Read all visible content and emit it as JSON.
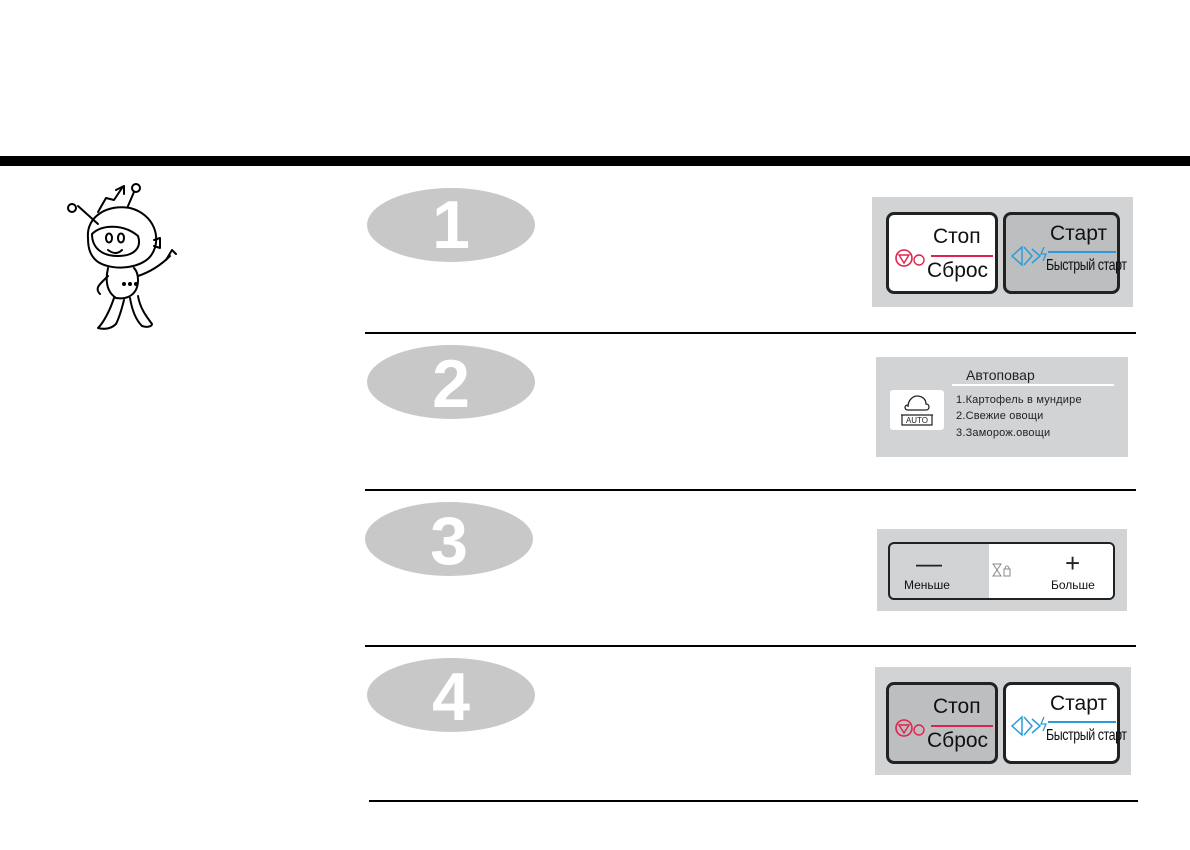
{
  "steps": [
    {
      "number": "1",
      "panel": "stop-start",
      "highlight": "stop"
    },
    {
      "number": "2",
      "panel": "auto-cook"
    },
    {
      "number": "3",
      "panel": "less-more"
    },
    {
      "number": "4",
      "panel": "stop-start",
      "highlight": "start"
    }
  ],
  "stop_start": {
    "stop_label": "Стоп",
    "reset_label": "Сброс",
    "start_label": "Старт",
    "quick_start_label": "Быстрый старт"
  },
  "auto_cook": {
    "title": "Автоповар",
    "icon_label": "AUTO",
    "items": [
      "1.Картофель в мундире",
      "2.Свежие овощи",
      "3.Заморож.овощи"
    ]
  },
  "less_more": {
    "less_label": "Меньше",
    "more_label": "Больше",
    "minus_glyph": "—",
    "plus_glyph": "+"
  },
  "colors": {
    "stop_accent": "#e0234e",
    "start_accent": "#2a9bd8",
    "panel_gray": "#d1d3d4",
    "number_gray": "#c8c8c8"
  }
}
